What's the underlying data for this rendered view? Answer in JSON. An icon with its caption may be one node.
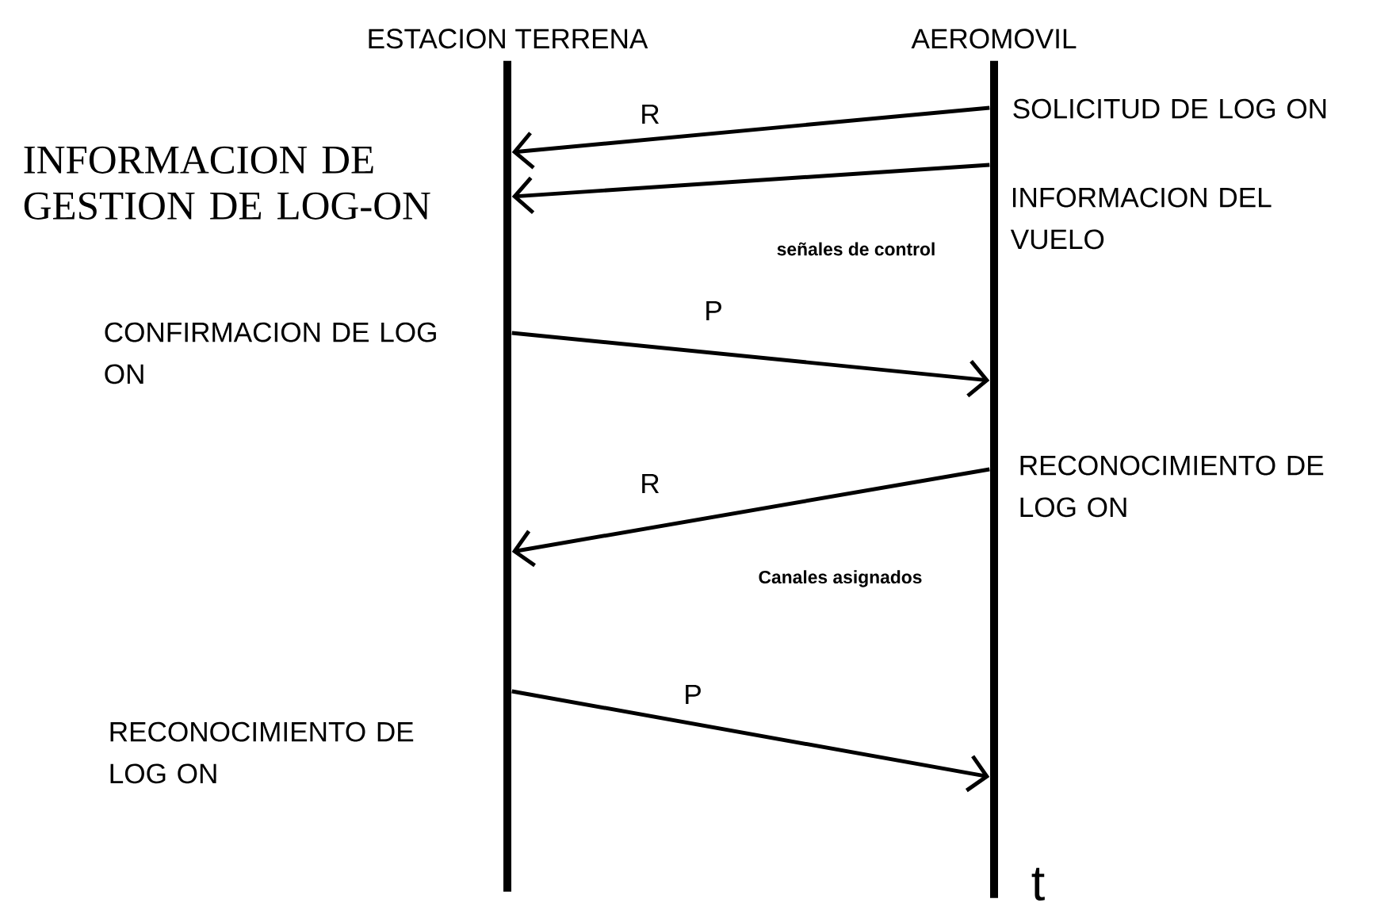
{
  "diagram": {
    "nodes": [
      {
        "text": [
          "ESTACION TERRENA"
        ]
      },
      {
        "text": [
          "AEROMOVIL"
        ]
      }
    ],
    "edges": [
      {
        "from": 1,
        "to": 0,
        "arrow": "to",
        "label": "R"
      },
      {
        "from": 1,
        "to": 0,
        "arrow": "to",
        "label": "señales de control"
      },
      {
        "from": 0,
        "to": 1,
        "arrow": "to",
        "label": "P"
      },
      {
        "from": 1,
        "to": 0,
        "arrow": "to",
        "label": "R"
      },
      {
        "from": 0,
        "to": 1,
        "arrow": "to",
        "label": "P"
      }
    ],
    "labels": [
      "SOLICITUD DE LOG ON",
      "INFORMACION DE GESTION DE LOG-ON",
      "INFORMACION DEL VUELO",
      "CONFIRMACION DE LOG ON",
      "RECONOCIMIENTO DE LOG ON",
      "Canales asignados",
      "RECONOCIMIENTO DE LOG ON",
      "t"
    ]
  }
}
